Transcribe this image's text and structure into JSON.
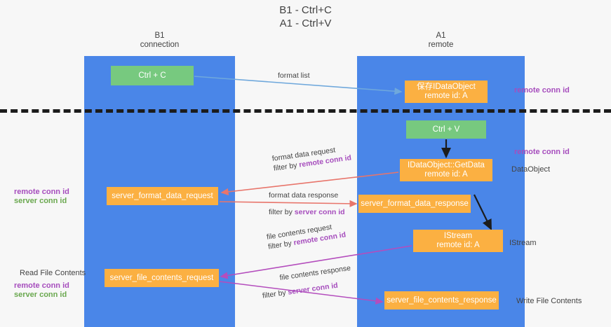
{
  "title": "B1 - Ctrl+C\nA1 - Ctrl+V",
  "title_line1": "B1 - Ctrl+C",
  "title_line2": "A1 - Ctrl+V",
  "lanes": [
    {
      "id": "b1",
      "line1": "B1",
      "line2": "connection",
      "color": "#4a86e8"
    },
    {
      "id": "a1",
      "line1": "A1",
      "line2": "remote",
      "color": "#4a86e8"
    }
  ],
  "boxes": {
    "ctrl_c": {
      "label": "Ctrl + C",
      "color": "#77c97f",
      "lane": "b1"
    },
    "save_idataobject_l1": "保存IDataObject",
    "save_idataobject_l2": "remote id: A",
    "ctrl_v": {
      "label": "Ctrl + V",
      "color": "#77c97f",
      "lane": "a1"
    },
    "getdata_l1": "IDataObject::GetData",
    "getdata_l2": "remote id: A",
    "server_format_data_request": "server_format_data_request",
    "server_format_data_response": "server_format_data_response",
    "istream_l1": "IStream",
    "istream_l2": "remote id: A",
    "server_file_contents_request": "server_file_contents_request",
    "server_file_contents_response": "server_file_contents_response"
  },
  "arrow_labels": {
    "format_list": "format list",
    "format_data_request": "format data request",
    "format_data_request_filter_prefix": "filter by ",
    "format_data_request_filter_key": "remote conn id",
    "format_data_response": "format data response",
    "format_data_response_filter_prefix": "filter by ",
    "format_data_response_filter_key": "server conn id",
    "file_contents_request": "file contents request",
    "file_contents_request_filter_prefix": "filter by ",
    "file_contents_request_filter_key": "remote conn id",
    "file_contents_response": "file contents response",
    "file_contents_response_filter_prefix": "filter by ",
    "file_contents_response_filter_key": "server conn id"
  },
  "side_labels": {
    "remote_conn_id_top": "remote conn id",
    "remote_conn_id_mid": "remote conn id",
    "dataobject": "DataObject",
    "istream": "IStream",
    "write_file_contents": "Write File Contents",
    "read_file_contents": "Read File Contents",
    "left_mid_remote": "remote conn id",
    "left_mid_server": "server conn id",
    "left_bot_remote": "remote conn id",
    "left_bot_server": "server conn id"
  },
  "colors": {
    "lane": "#4a86e8",
    "green_box": "#77c97f",
    "orange_box": "#fbb042",
    "purple_text": "#a64dbd",
    "green_text": "#6aa84f",
    "red_arrow": "#e8756b",
    "magenta_arrow": "#b44dbd",
    "blue_arrow": "#6fa8dc",
    "black_arrow": "#1c1c1c",
    "background": "#f7f7f7",
    "text": "#434343"
  }
}
